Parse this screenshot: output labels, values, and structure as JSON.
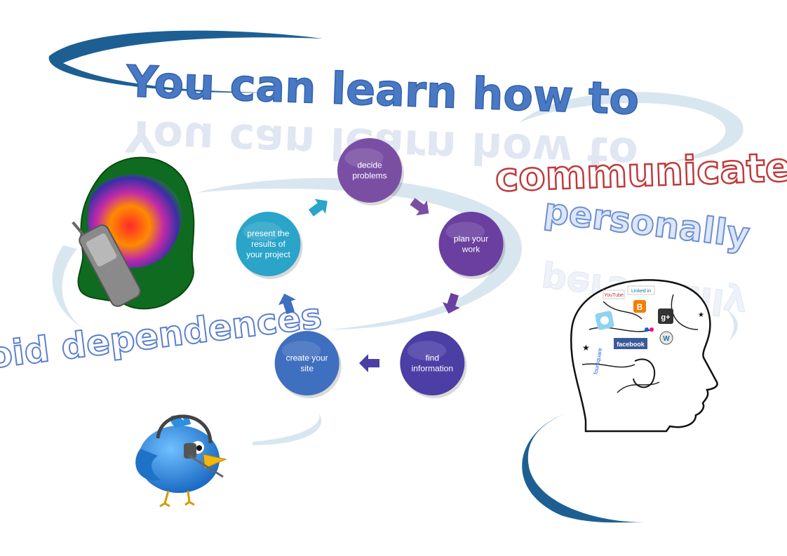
{
  "headline": "You can learn how to",
  "word_communicate": "communicate",
  "word_personally": "personally",
  "word_avoid": "avoid dependences",
  "cycle": {
    "nodes": [
      {
        "label": "decide problems",
        "lines": [
          "decide",
          "problems"
        ],
        "color": "#7a4fa3"
      },
      {
        "label": "plan your work",
        "lines": [
          "plan your",
          "work"
        ],
        "color": "#6a3fa0"
      },
      {
        "label": "find information",
        "lines": [
          "find",
          "information"
        ],
        "color": "#4b3ea5"
      },
      {
        "label": "create your site",
        "lines": [
          "create your",
          "site"
        ],
        "color": "#3f6fbf"
      },
      {
        "label": "present the results of your project",
        "lines": [
          "present the",
          "results of",
          "your project"
        ],
        "color": "#2aa4c8"
      }
    ],
    "arrow_colors": [
      "#7a4fa3",
      "#6a3fa0",
      "#4b3ea5",
      "#3f6fbf",
      "#2aa4c8"
    ]
  },
  "brain_logos": [
    {
      "name": "youtube",
      "text": "YouTube"
    },
    {
      "name": "linkedin",
      "text": "Linked in"
    },
    {
      "name": "blogger",
      "text": "B"
    },
    {
      "name": "google-plus",
      "text": "g+"
    },
    {
      "name": "flickr",
      "text": "flickr"
    },
    {
      "name": "wordpress",
      "text": "W"
    },
    {
      "name": "facebook",
      "text": "facebook"
    },
    {
      "name": "foursquare",
      "text": "foursquare"
    }
  ],
  "colors": {
    "headline_fill": "#4a79c4",
    "outline_text_stroke": "#6c8fd6",
    "communicate_stroke": "#c0393b",
    "swoosh_light": "#d8e6f0",
    "swoosh_dark": "#1d5f93",
    "twitter_blue": "#2d8ee2"
  }
}
